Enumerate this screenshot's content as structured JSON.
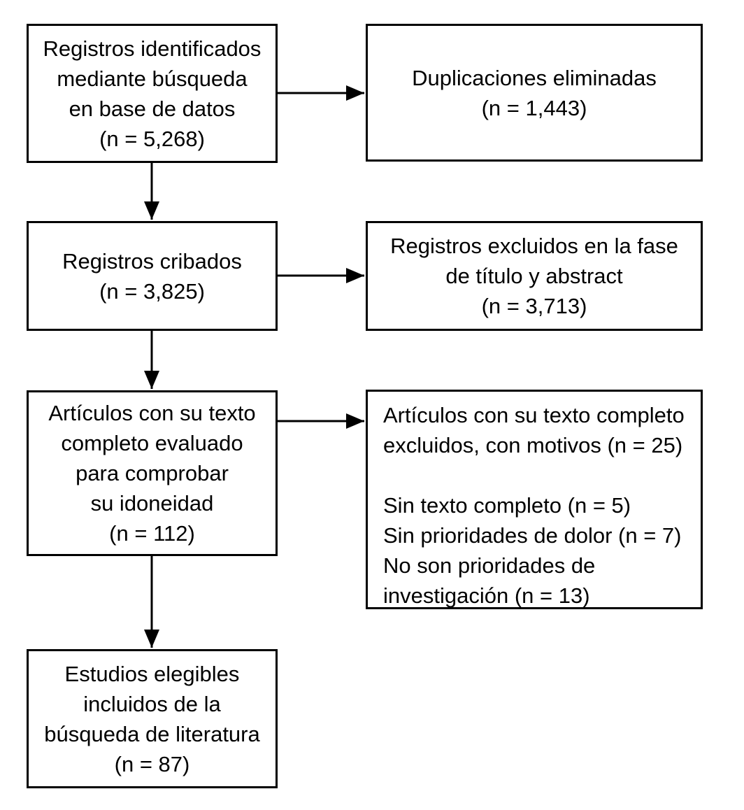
{
  "flowchart": {
    "colors": {
      "background": "#ffffff",
      "box_border": "#000000",
      "text": "#000000",
      "arrow": "#000000"
    },
    "boxes": {
      "identified": {
        "text": "Registros identificados\nmediante búsqueda\nen base de datos\n(n = 5,268)"
      },
      "duplicates_removed": {
        "text": "Duplicaciones eliminadas\n(n = 1,443)"
      },
      "screened": {
        "text": "Registros cribados\n(n = 3,825)"
      },
      "excluded_title_abstract": {
        "text": "Registros excluidos en la fase\nde título y abstract\n(n = 3,713)"
      },
      "fulltext_assessed": {
        "text": "Artículos con su texto\ncompleto evaluado\npara comprobar\nsu idoneidad\n(n = 112)"
      },
      "fulltext_excluded": {
        "text": "Artículos con su texto completo\nexcluidos, con motivos (n = 25)\n\nSin texto completo (n = 5)\nSin prioridades de dolor (n = 7)\nNo son prioridades de\ninvestigación (n = 13)"
      },
      "included": {
        "text": "Estudios elegibles\nincluidos de la\nbúsqueda de literatura\n(n = 87)"
      }
    }
  }
}
